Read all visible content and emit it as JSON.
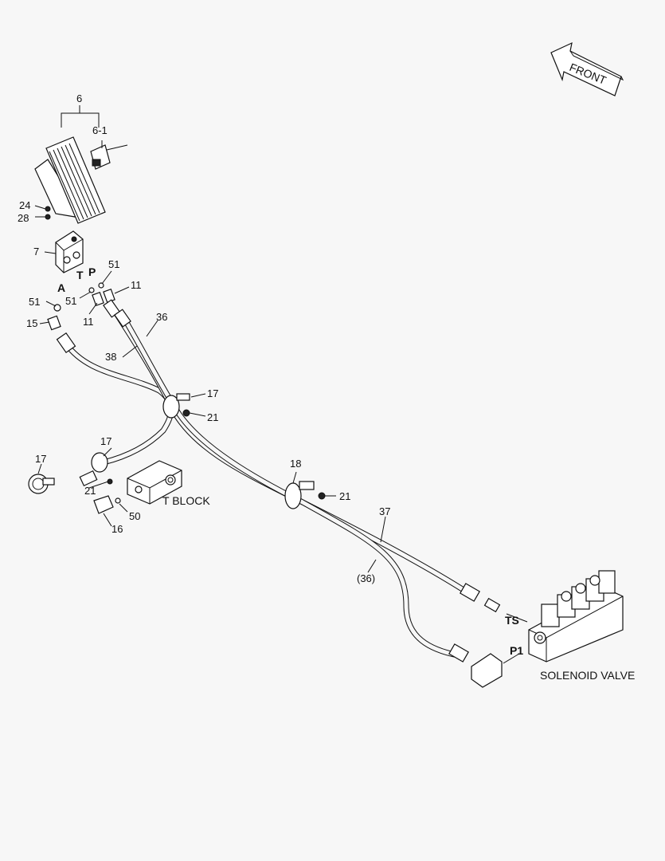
{
  "labels": {
    "front": "FRONT",
    "p6": "6",
    "p6_1": "6-1",
    "p24": "24",
    "p28": "28",
    "p7": "7",
    "pA": "A",
    "pT": "T",
    "pP": "P",
    "p51a": "51",
    "p51b": "51",
    "p51c": "51",
    "p11a": "11",
    "p11b": "11",
    "p15": "15",
    "p36": "36",
    "p38": "38",
    "p17a": "17",
    "p21a": "21",
    "p17b": "17",
    "p17c": "17",
    "p21b": "21",
    "t_block": "T BLOCK",
    "p50": "50",
    "p16": "16",
    "p18": "18",
    "p21c": "21",
    "p37": "37",
    "p36_paren": "(36)",
    "pTS": "TS",
    "pP1": "P1",
    "solenoid_valve": "SOLENOID VALVE"
  }
}
